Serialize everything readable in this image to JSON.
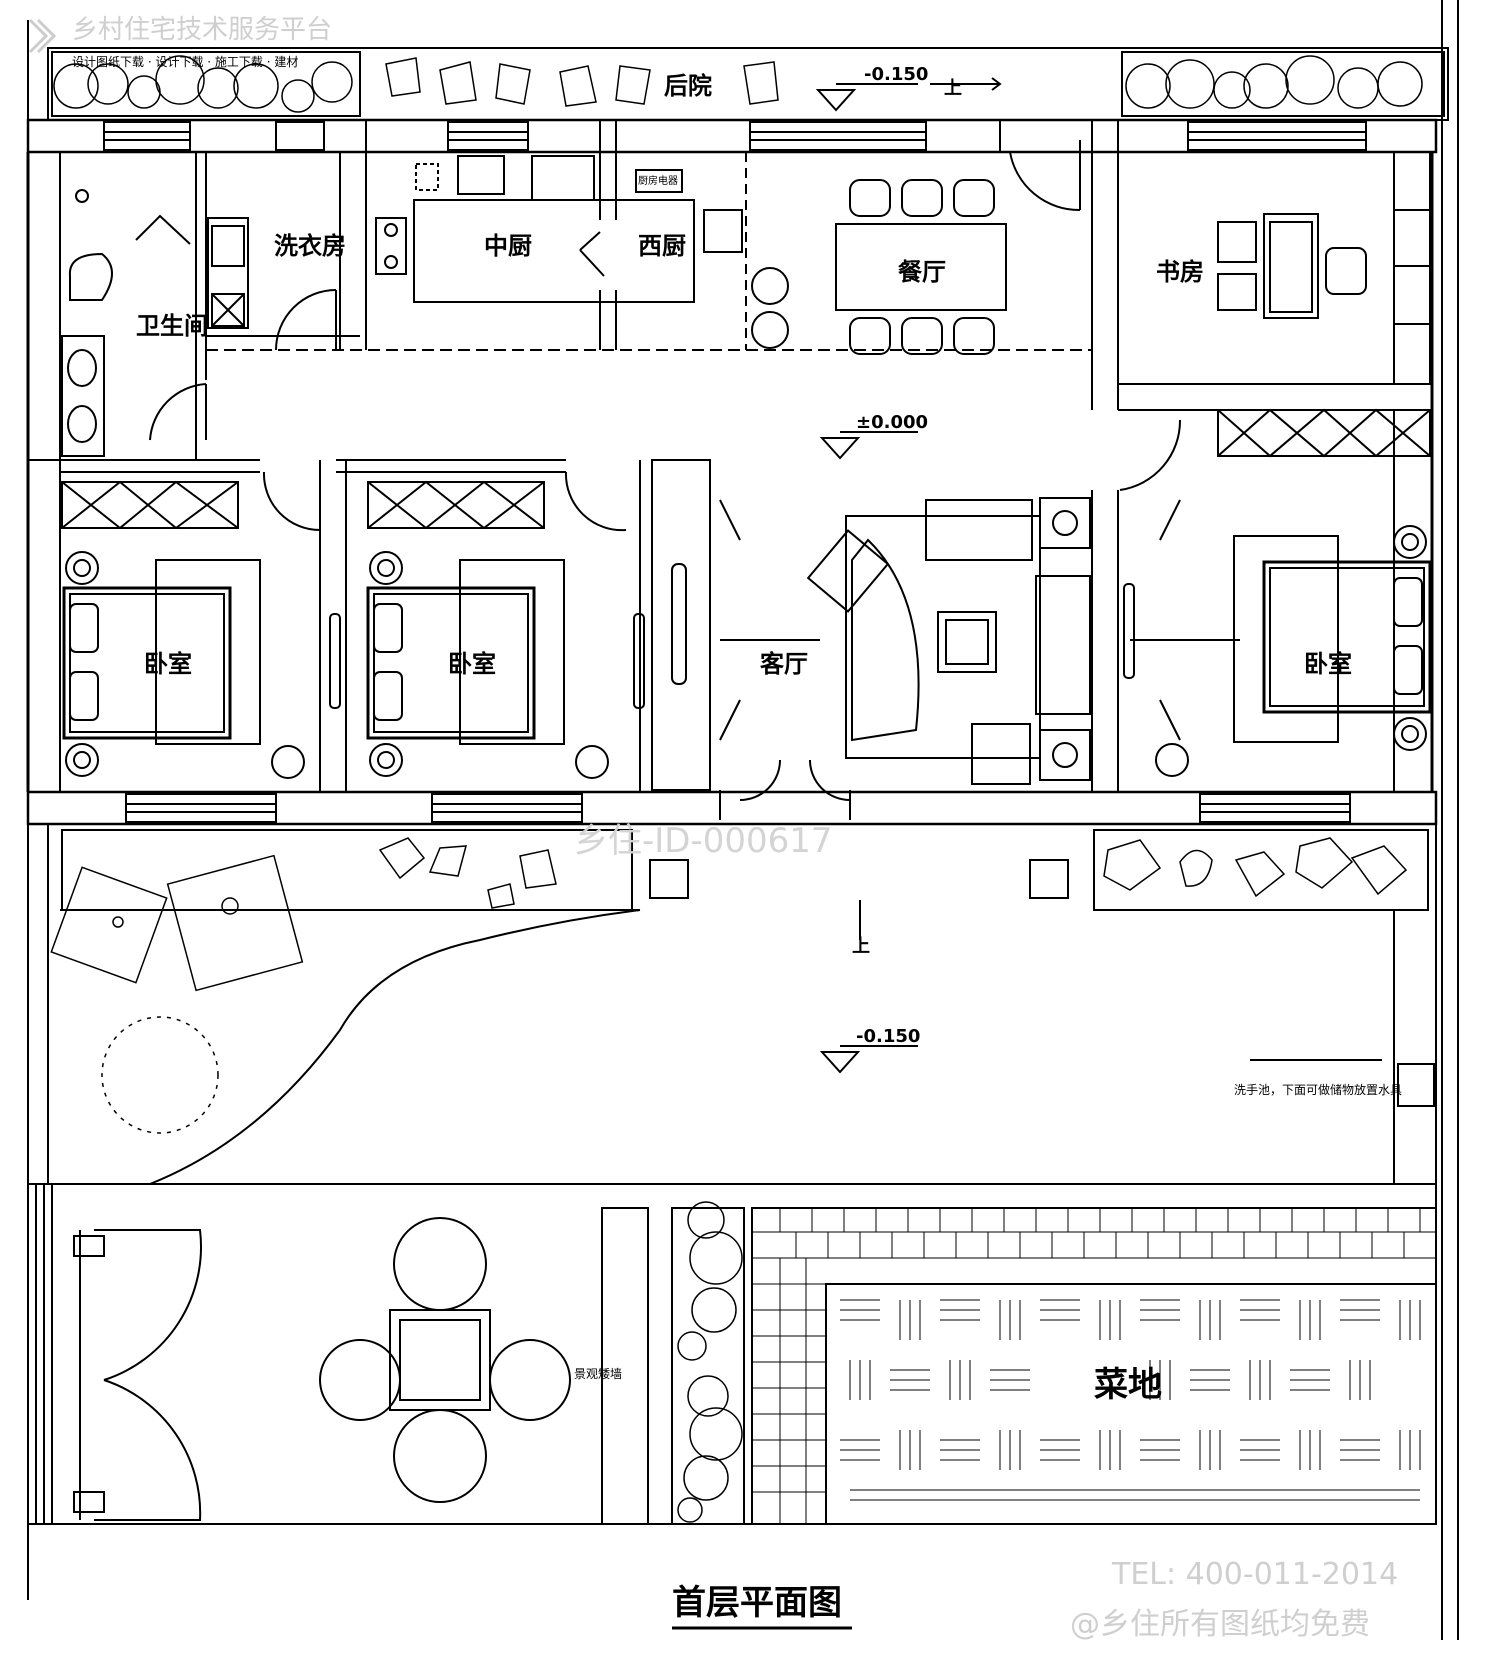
{
  "branding": {
    "platform_name": "乡村住宅技术服务平台",
    "platform_tagline": "设计图纸下载 · 设计下载 · 施工下载 · 建材",
    "watermark_id": "乡住-ID-000617",
    "tel": "TEL: 400-011-2014",
    "free_note": "@乡住所有图纸均免费"
  },
  "title": "首层平面图",
  "rooms": {
    "backyard": "后院",
    "laundry": "洗衣房",
    "chinese_kitchen": "中厨",
    "western_kitchen": "西厨",
    "dining": "餐厅",
    "study": "书房",
    "bathroom": "卫生间",
    "living": "客厅",
    "bedroom_1": "卧室",
    "bedroom_2": "卧室",
    "bedroom_3": "卧室",
    "vegetable_garden": "菜地"
  },
  "levels": {
    "back": "-0.150",
    "floor": "±0.000",
    "front": "-0.150"
  },
  "stair_labels": {
    "back": "上",
    "front": "上"
  },
  "annotations": {
    "wash_basin": "洗手池，下面可做储物放置水具",
    "landscape_wall": "景观矮墙",
    "appliance": "厨房电器"
  }
}
